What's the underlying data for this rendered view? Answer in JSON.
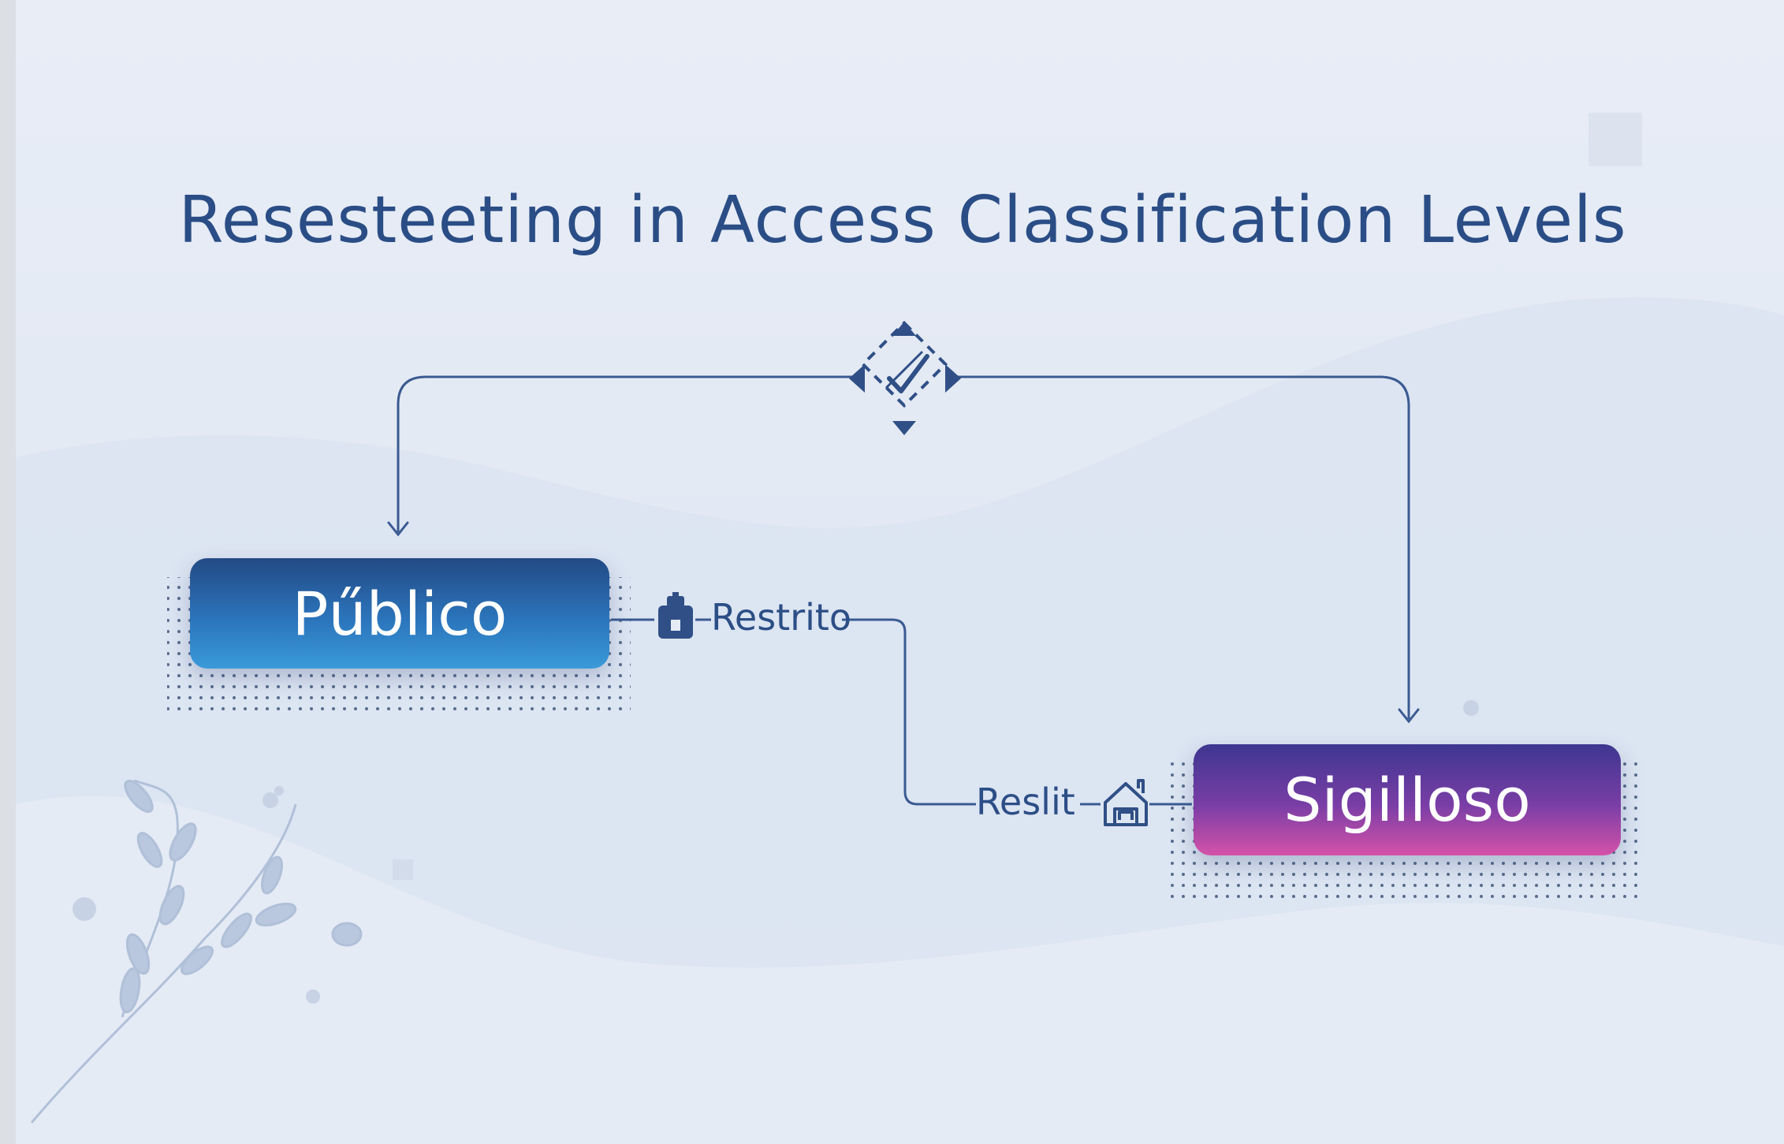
{
  "title": "Resesteeting in Access Classification Levels",
  "nodes": {
    "publico": "Pűblico",
    "sigilloso": "Sigilloso"
  },
  "connectors": {
    "restrito_label": "Restrito",
    "reslit_label": "Reslit"
  },
  "icons": {
    "top_decision": "diamond-check-icon",
    "restrito": "lock-icon",
    "reslit": "house-icon"
  },
  "colors": {
    "title": "#2a4d86",
    "line": "#3a5a92",
    "publico_top": "#234a85",
    "publico_bottom": "#3a9ad9",
    "sigilloso_top": "#3d3690",
    "sigilloso_bottom": "#d452a8"
  }
}
